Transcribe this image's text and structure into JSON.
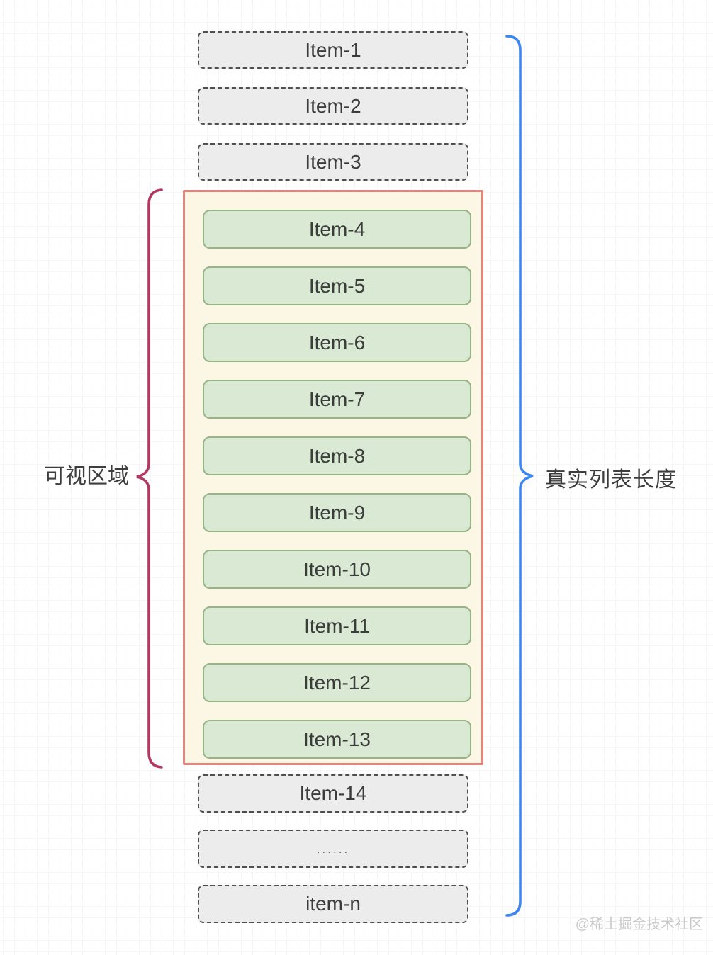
{
  "colors": {
    "ghost_item_bg": "#ececec",
    "ghost_item_border": "#4f4f4f",
    "visible_item_bg": "#d9e9d3",
    "visible_item_border": "#95b584",
    "viewport_border": "#e9837d",
    "viewport_bg": "#fcf6e5",
    "left_brace": "#b23a60",
    "right_brace": "#3e86f2",
    "item_text": "#3c3c3c",
    "label_text": "#3d3d3d",
    "watermark_text": "#c9c9c9"
  },
  "list": {
    "items_above_viewport": [
      "Item-1",
      "Item-2",
      "Item-3"
    ],
    "visible_items": [
      "Item-4",
      "Item-5",
      "Item-6",
      "Item-7",
      "Item-8",
      "Item-9",
      "Item-10",
      "Item-11",
      "Item-12",
      "Item-13"
    ],
    "items_below_viewport": [
      "Item-14",
      "......",
      "item-n"
    ]
  },
  "labels": {
    "visible_area": "可视区域",
    "full_list_length": "真实列表长度",
    "watermark": "@稀土掘金技术社区"
  }
}
